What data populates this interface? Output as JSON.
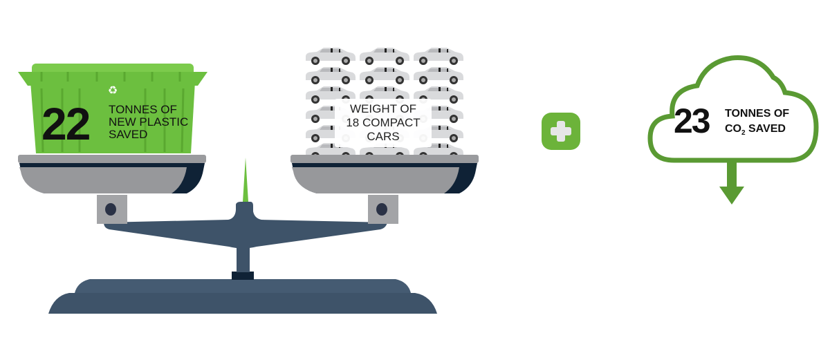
{
  "plastic": {
    "number": "22",
    "line1": "TONNES OF",
    "line2": "NEW PLASTIC",
    "line3": "SAVED"
  },
  "cars": {
    "line1": "WEIGHT OF",
    "line2": "18 COMPACT",
    "line3": "CARS",
    "count": 18
  },
  "plus": {
    "symbol": "+"
  },
  "co2": {
    "number": "23",
    "line1": "TONNES OF",
    "line2_prefix": "CO",
    "line2_sub": "2",
    "line2_suffix": " SAVED"
  },
  "colors": {
    "green": "#6cbf3f",
    "dark_green": "#4d8f2c",
    "cloud_green": "#5a9a33",
    "scale_slate": "#3e5369",
    "scale_navy": "#0f2236",
    "pan_gray": "#97989b"
  }
}
